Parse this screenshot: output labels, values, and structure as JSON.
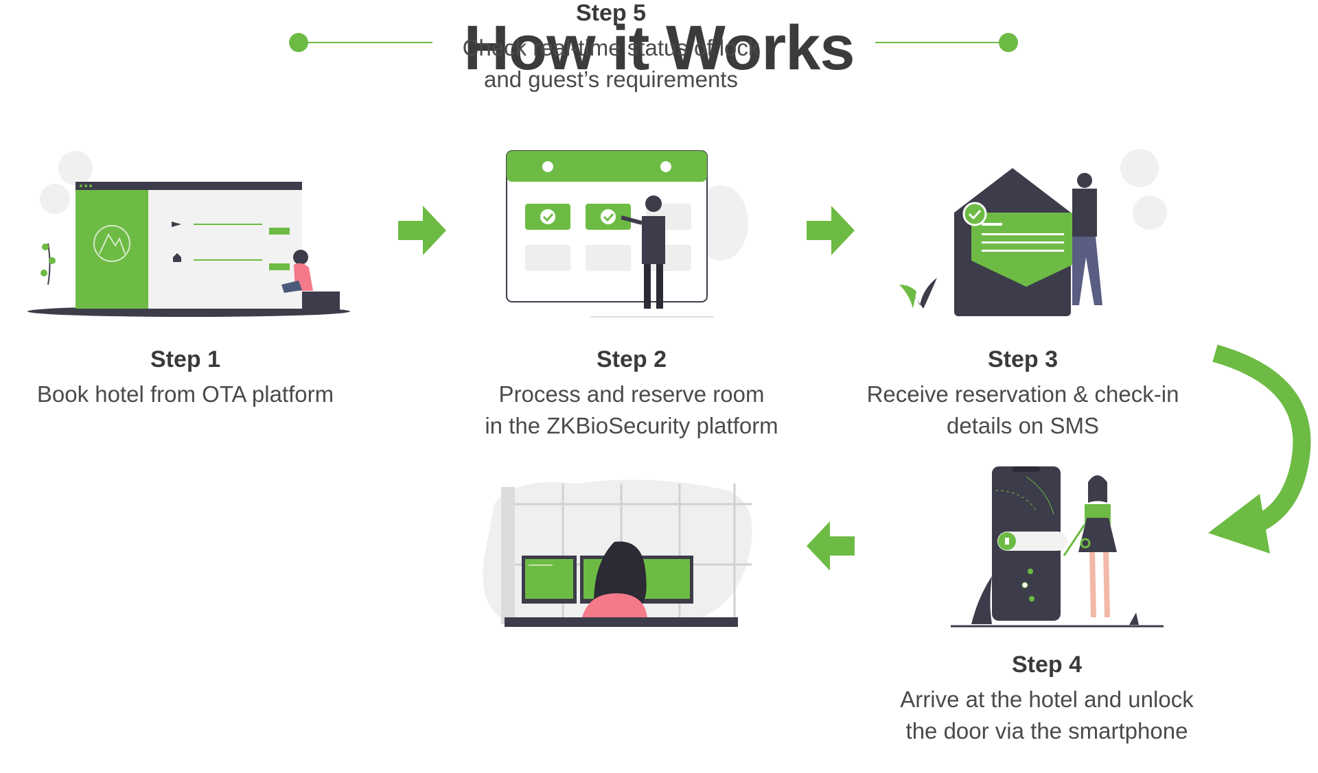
{
  "title": "How it Works",
  "colors": {
    "accent": "#6dbb44",
    "dark": "#3d3c4a",
    "light": "#f0f0f0"
  },
  "steps": [
    {
      "label": "Step 1",
      "lines": [
        "Book hotel from OTA platform"
      ]
    },
    {
      "label": "Step 2",
      "lines": [
        "Process and reserve room",
        "in the ZKBioSecurity platform"
      ]
    },
    {
      "label": "Step 3",
      "lines": [
        "Receive reservation & check-in",
        "details on SMS"
      ]
    },
    {
      "label": "Step 4",
      "lines": [
        "Arrive at the hotel and unlock",
        "the door via the smartphone"
      ]
    },
    {
      "label": "Step 5",
      "lines": [
        "Check real-time status of lock",
        "and guest’s requirements"
      ]
    }
  ],
  "icons": [
    "booking-browser-illustration",
    "calendar-checklist-illustration",
    "envelope-message-illustration",
    "smartphone-door-unlock-illustration",
    "monitoring-desk-illustration",
    "arrow-right-icon",
    "arrow-left-icon",
    "curved-arrow-down-icon"
  ]
}
